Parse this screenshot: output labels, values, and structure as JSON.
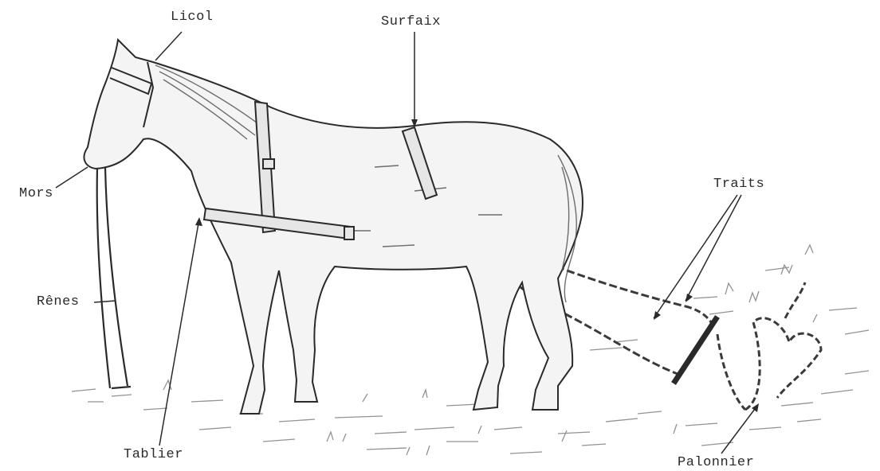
{
  "diagram": {
    "labels": {
      "licol": "Licol",
      "surfaix": "Surfaix",
      "mors": "Mors",
      "traits": "Traits",
      "renes": "Rênes",
      "tablier": "Tablier",
      "palonnier": "Palonnier"
    },
    "colors": {
      "ink": "#2a2a2a",
      "shade": "#6a6a6a",
      "background": "#ffffff"
    }
  }
}
